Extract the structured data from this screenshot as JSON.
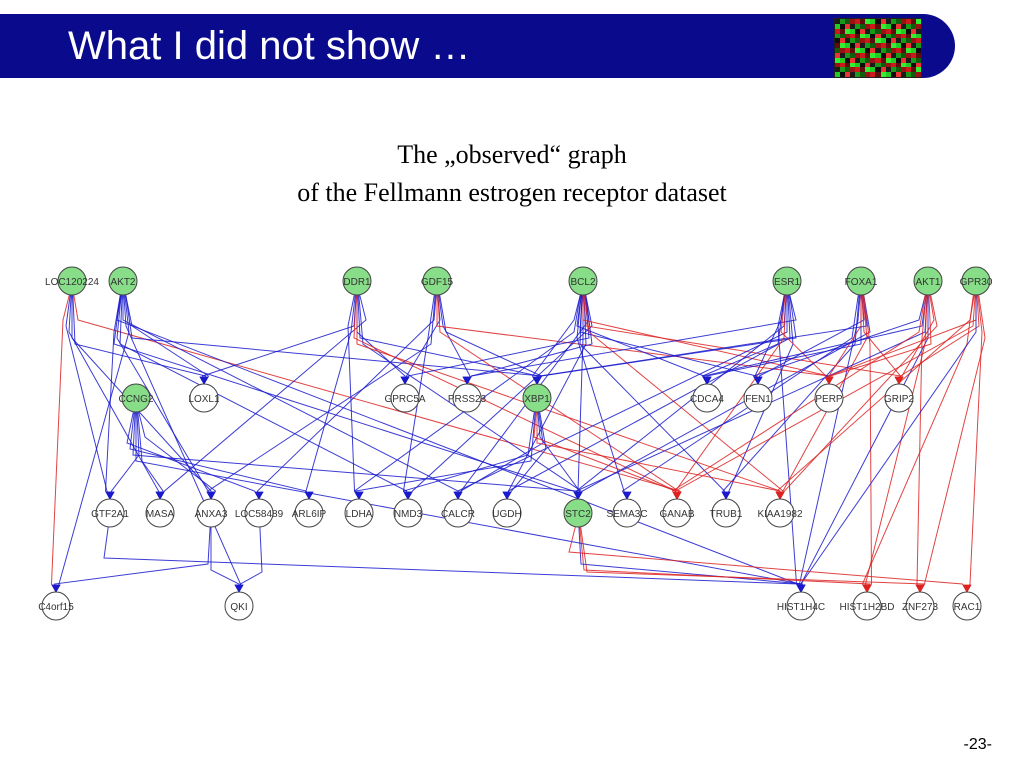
{
  "slide": {
    "title": "What I did not show …",
    "subtitle_line1": "The „observed“ graph",
    "subtitle_line2": "of the Fellmann estrogen receptor dataset",
    "page_number": "-23-"
  },
  "colors": {
    "title_bar": "#0a0a8c",
    "regulator_fill": "#88dd88",
    "target_fill": "#ffffff",
    "edge_blue": "#1a1acc",
    "edge_red": "#dd2222"
  },
  "graph": {
    "regulators": [
      {
        "id": "LOC120224",
        "label": "LOC120224"
      },
      {
        "id": "AKT2",
        "label": "AKT2"
      },
      {
        "id": "DDR1",
        "label": "DDR1"
      },
      {
        "id": "GDF15",
        "label": "GDF15"
      },
      {
        "id": "BCL2",
        "label": "BCL2"
      },
      {
        "id": "ESR1",
        "label": "ESR1"
      },
      {
        "id": "FOXA1",
        "label": "FOXA1"
      },
      {
        "id": "AKT1",
        "label": "AKT1"
      },
      {
        "id": "GPR30",
        "label": "GPR30"
      },
      {
        "id": "CCNG2",
        "label": "CCNG2"
      },
      {
        "id": "XBP1",
        "label": "XBP1"
      },
      {
        "id": "STC2",
        "label": "STC2"
      }
    ],
    "targets": [
      {
        "id": "LOXL1",
        "label": "LOXL1"
      },
      {
        "id": "GPRC5A",
        "label": "GPRC5A"
      },
      {
        "id": "PRSS23",
        "label": "PRSS23"
      },
      {
        "id": "CDCA4",
        "label": "CDCA4"
      },
      {
        "id": "FEN1",
        "label": "FEN1"
      },
      {
        "id": "PERP",
        "label": "PERP"
      },
      {
        "id": "GRIP2",
        "label": "GRIP2"
      },
      {
        "id": "GTF2A1",
        "label": "GTF2A1"
      },
      {
        "id": "MASA",
        "label": "MASA"
      },
      {
        "id": "ANXA3",
        "label": "ANXA3"
      },
      {
        "id": "LOC58489",
        "label": "LOC58489"
      },
      {
        "id": "ARL6IP",
        "label": "ARL6IP"
      },
      {
        "id": "LDHA",
        "label": "LDHA"
      },
      {
        "id": "NMD3",
        "label": "NMD3"
      },
      {
        "id": "CALCR",
        "label": "CALCR"
      },
      {
        "id": "UGDH",
        "label": "UGDH"
      },
      {
        "id": "SEMA3C",
        "label": "SEMA3C"
      },
      {
        "id": "GANAB",
        "label": "GANAB"
      },
      {
        "id": "TRUB1",
        "label": "TRUB1"
      },
      {
        "id": "KIAA1982",
        "label": "KIAA1982"
      },
      {
        "id": "C4orf15",
        "label": "C4orf15"
      },
      {
        "id": "QKI",
        "label": "QKI"
      },
      {
        "id": "HIST1H4C",
        "label": "HIST1H4C"
      },
      {
        "id": "HIST1H2BD",
        "label": "HIST1H2BD"
      },
      {
        "id": "ZNF273",
        "label": "ZNF273"
      },
      {
        "id": "RAC1",
        "label": "RAC1"
      }
    ],
    "edges": [
      {
        "from": "LOC120224",
        "to": "C4orf15",
        "color": "red"
      },
      {
        "from": "LOC120224",
        "to": "GTF2A1",
        "color": "blue"
      },
      {
        "from": "LOC120224",
        "to": "MASA",
        "color": "blue"
      },
      {
        "from": "LOC120224",
        "to": "ANXA3",
        "color": "blue"
      },
      {
        "from": "LOC120224",
        "to": "LOXL1",
        "color": "blue"
      },
      {
        "from": "LOC120224",
        "to": "GANAB",
        "color": "red"
      },
      {
        "from": "AKT2",
        "to": "LOXL1",
        "color": "blue"
      },
      {
        "from": "AKT2",
        "to": "GTF2A1",
        "color": "blue"
      },
      {
        "from": "AKT2",
        "to": "ANXA3",
        "color": "blue"
      },
      {
        "from": "AKT2",
        "to": "NMD3",
        "color": "blue"
      },
      {
        "from": "AKT2",
        "to": "CALCR",
        "color": "blue"
      },
      {
        "from": "AKT2",
        "to": "QKI",
        "color": "blue"
      },
      {
        "from": "AKT2",
        "to": "C4orf15",
        "color": "blue"
      },
      {
        "from": "AKT2",
        "to": "XBP1",
        "color": "blue"
      },
      {
        "from": "AKT2",
        "to": "STC2",
        "color": "blue"
      },
      {
        "from": "AKT2",
        "to": "HIST1H4C",
        "color": "blue"
      },
      {
        "from": "DDR1",
        "to": "LOXL1",
        "color": "blue"
      },
      {
        "from": "DDR1",
        "to": "GPRC5A",
        "color": "blue"
      },
      {
        "from": "DDR1",
        "to": "XBP1",
        "color": "blue"
      },
      {
        "from": "DDR1",
        "to": "STC2",
        "color": "blue"
      },
      {
        "from": "DDR1",
        "to": "MASA",
        "color": "blue"
      },
      {
        "from": "DDR1",
        "to": "LDHA",
        "color": "blue"
      },
      {
        "from": "DDR1",
        "to": "ARL6IP",
        "color": "blue"
      },
      {
        "from": "DDR1",
        "to": "GANAB",
        "color": "red"
      },
      {
        "from": "DDR1",
        "to": "KIAA1982",
        "color": "red"
      },
      {
        "from": "GDF15",
        "to": "GPRC5A",
        "color": "blue"
      },
      {
        "from": "GDF15",
        "to": "PRSS23",
        "color": "blue"
      },
      {
        "from": "GDF15",
        "to": "XBP1",
        "color": "blue"
      },
      {
        "from": "GDF15",
        "to": "NMD3",
        "color": "blue"
      },
      {
        "from": "GDF15",
        "to": "ANXA3",
        "color": "blue"
      },
      {
        "from": "GDF15",
        "to": "LOC58489",
        "color": "blue"
      },
      {
        "from": "GDF15",
        "to": "PERP",
        "color": "red"
      },
      {
        "from": "GDF15",
        "to": "GANAB",
        "color": "red"
      },
      {
        "from": "BCL2",
        "to": "GPRC5A",
        "color": "blue"
      },
      {
        "from": "BCL2",
        "to": "PRSS23",
        "color": "blue"
      },
      {
        "from": "BCL2",
        "to": "XBP1",
        "color": "blue"
      },
      {
        "from": "BCL2",
        "to": "CDCA4",
        "color": "blue"
      },
      {
        "from": "BCL2",
        "to": "FEN1",
        "color": "blue"
      },
      {
        "from": "BCL2",
        "to": "STC2",
        "color": "blue"
      },
      {
        "from": "BCL2",
        "to": "UGDH",
        "color": "blue"
      },
      {
        "from": "BCL2",
        "to": "CALCR",
        "color": "blue"
      },
      {
        "from": "BCL2",
        "to": "NMD3",
        "color": "blue"
      },
      {
        "from": "BCL2",
        "to": "LDHA",
        "color": "blue"
      },
      {
        "from": "BCL2",
        "to": "SEMA3C",
        "color": "blue"
      },
      {
        "from": "BCL2",
        "to": "TRUB1",
        "color": "blue"
      },
      {
        "from": "BCL2",
        "to": "PERP",
        "color": "red"
      },
      {
        "from": "BCL2",
        "to": "GRIP2",
        "color": "red"
      },
      {
        "from": "BCL2",
        "to": "KIAA1982",
        "color": "red"
      },
      {
        "from": "ESR1",
        "to": "XBP1",
        "color": "blue"
      },
      {
        "from": "ESR1",
        "to": "CDCA4",
        "color": "blue"
      },
      {
        "from": "ESR1",
        "to": "FEN1",
        "color": "blue"
      },
      {
        "from": "ESR1",
        "to": "STC2",
        "color": "blue"
      },
      {
        "from": "ESR1",
        "to": "CALCR",
        "color": "blue"
      },
      {
        "from": "ESR1",
        "to": "UGDH",
        "color": "blue"
      },
      {
        "from": "ESR1",
        "to": "TRUB1",
        "color": "blue"
      },
      {
        "from": "ESR1",
        "to": "PRSS23",
        "color": "blue"
      },
      {
        "from": "ESR1",
        "to": "HIST1H4C",
        "color": "blue"
      },
      {
        "from": "ESR1",
        "to": "PERP",
        "color": "red"
      },
      {
        "from": "ESR1",
        "to": "GANAB",
        "color": "red"
      },
      {
        "from": "FOXA1",
        "to": "CDCA4",
        "color": "blue"
      },
      {
        "from": "FOXA1",
        "to": "FEN1",
        "color": "blue"
      },
      {
        "from": "FOXA1",
        "to": "XBP1",
        "color": "blue"
      },
      {
        "from": "FOXA1",
        "to": "STC2",
        "color": "blue"
      },
      {
        "from": "FOXA1",
        "to": "SEMA3C",
        "color": "blue"
      },
      {
        "from": "FOXA1",
        "to": "TRUB1",
        "color": "blue"
      },
      {
        "from": "FOXA1",
        "to": "HIST1H4C",
        "color": "blue"
      },
      {
        "from": "FOXA1",
        "to": "PERP",
        "color": "red"
      },
      {
        "from": "FOXA1",
        "to": "GRIP2",
        "color": "red"
      },
      {
        "from": "FOXA1",
        "to": "KIAA1982",
        "color": "red"
      },
      {
        "from": "FOXA1",
        "to": "HIST1H2BD",
        "color": "red"
      },
      {
        "from": "AKT1",
        "to": "FEN1",
        "color": "blue"
      },
      {
        "from": "AKT1",
        "to": "CDCA4",
        "color": "blue"
      },
      {
        "from": "AKT1",
        "to": "STC2",
        "color": "blue"
      },
      {
        "from": "AKT1",
        "to": "HIST1H4C",
        "color": "blue"
      },
      {
        "from": "AKT1",
        "to": "PERP",
        "color": "red"
      },
      {
        "from": "AKT1",
        "to": "GRIP2",
        "color": "red"
      },
      {
        "from": "AKT1",
        "to": "KIAA1982",
        "color": "red"
      },
      {
        "from": "AKT1",
        "to": "GANAB",
        "color": "red"
      },
      {
        "from": "AKT1",
        "to": "ZNF273",
        "color": "red"
      },
      {
        "from": "AKT1",
        "to": "HIST1H2BD",
        "color": "red"
      },
      {
        "from": "GPR30",
        "to": "PERP",
        "color": "red"
      },
      {
        "from": "GPR30",
        "to": "GRIP2",
        "color": "red"
      },
      {
        "from": "GPR30",
        "to": "RAC1",
        "color": "red"
      },
      {
        "from": "GPR30",
        "to": "ZNF273",
        "color": "red"
      },
      {
        "from": "GPR30",
        "to": "HIST1H2BD",
        "color": "red"
      },
      {
        "from": "GPR30",
        "to": "KIAA1982",
        "color": "red"
      },
      {
        "from": "GPR30",
        "to": "GANAB",
        "color": "red"
      },
      {
        "from": "GPR30",
        "to": "HIST1H4C",
        "color": "blue"
      },
      {
        "from": "CCNG2",
        "to": "GTF2A1",
        "color": "blue"
      },
      {
        "from": "CCNG2",
        "to": "MASA",
        "color": "blue"
      },
      {
        "from": "CCNG2",
        "to": "ANXA3",
        "color": "blue"
      },
      {
        "from": "CCNG2",
        "to": "LOC58489",
        "color": "blue"
      },
      {
        "from": "CCNG2",
        "to": "ARL6IP",
        "color": "blue"
      },
      {
        "from": "CCNG2",
        "to": "STC2",
        "color": "blue"
      },
      {
        "from": "CCNG2",
        "to": "HIST1H4C",
        "color": "blue"
      },
      {
        "from": "XBP1",
        "to": "STC2",
        "color": "blue"
      },
      {
        "from": "XBP1",
        "to": "CALCR",
        "color": "blue"
      },
      {
        "from": "XBP1",
        "to": "UGDH",
        "color": "blue"
      },
      {
        "from": "XBP1",
        "to": "NMD3",
        "color": "blue"
      },
      {
        "from": "XBP1",
        "to": "LDHA",
        "color": "blue"
      },
      {
        "from": "XBP1",
        "to": "GANAB",
        "color": "red"
      },
      {
        "from": "XBP1",
        "to": "KIAA1982",
        "color": "red"
      },
      {
        "from": "STC2",
        "to": "HIST1H4C",
        "color": "blue"
      },
      {
        "from": "STC2",
        "to": "HIST1H2BD",
        "color": "red"
      },
      {
        "from": "STC2",
        "to": "ZNF273",
        "color": "red"
      },
      {
        "from": "STC2",
        "to": "RAC1",
        "color": "red"
      },
      {
        "from": "GTF2A1",
        "to": "HIST1H4C",
        "color": "blue"
      },
      {
        "from": "ANXA3",
        "to": "C4orf15",
        "color": "blue"
      },
      {
        "from": "ANXA3",
        "to": "QKI",
        "color": "blue"
      },
      {
        "from": "LOC58489",
        "to": "QKI",
        "color": "blue"
      }
    ]
  }
}
